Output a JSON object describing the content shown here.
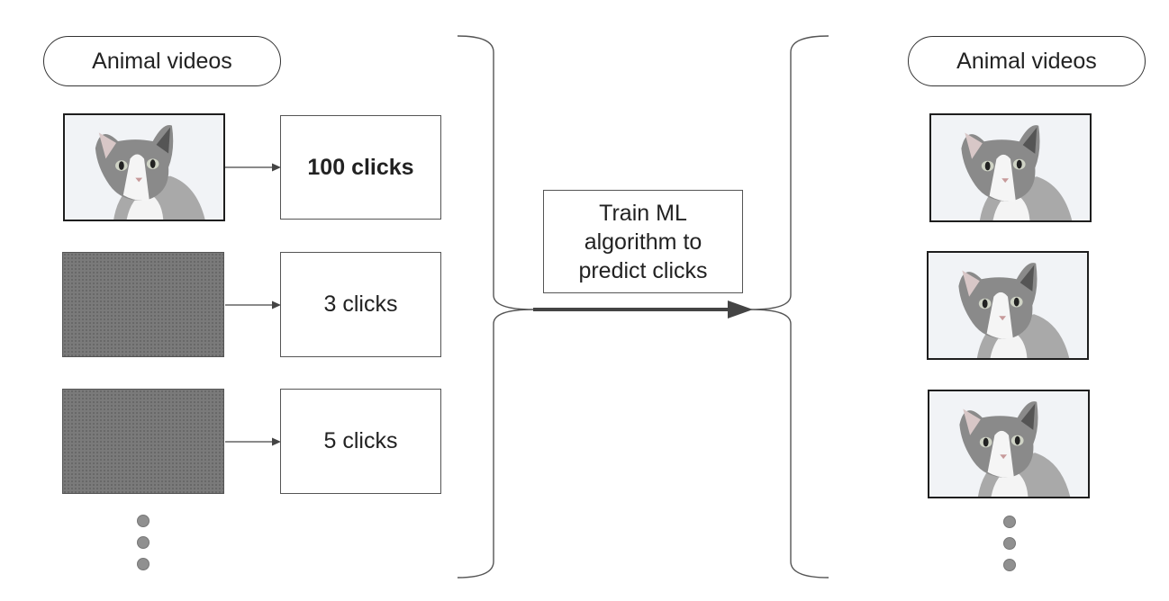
{
  "left": {
    "header": "Animal videos",
    "rows": [
      {
        "label": "100 clicks",
        "thumb": "cat-photo",
        "emphasis": true
      },
      {
        "label": "3 clicks",
        "thumb": "grey-placeholder",
        "emphasis": false
      },
      {
        "label": "5 clicks",
        "thumb": "grey-placeholder",
        "emphasis": false
      }
    ]
  },
  "center": {
    "label": "Train ML algorithm to predict clicks"
  },
  "right": {
    "header": "Animal videos",
    "thumbs": [
      "cat-photo",
      "cat-photo",
      "cat-photo"
    ]
  },
  "colors": {
    "stroke": "#333333",
    "placeholder": "#7a7a7a",
    "dots": "#909090"
  }
}
